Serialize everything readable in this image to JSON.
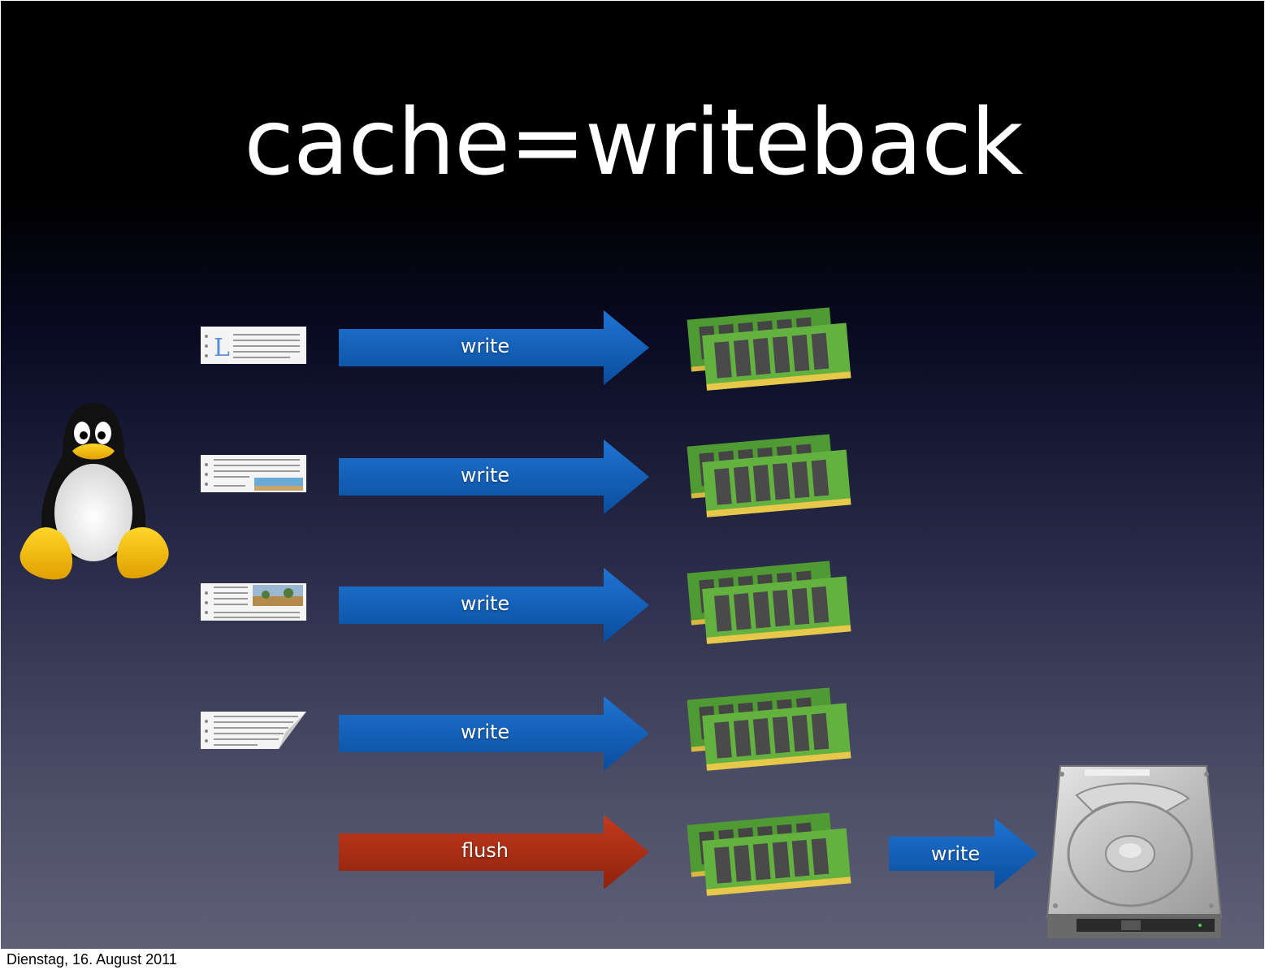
{
  "slide": {
    "title": "cache=writeback",
    "footer": "Dienstag, 16. August 2011"
  },
  "arrows": {
    "write_1": "write",
    "write_2": "write",
    "write_3": "write",
    "write_4": "write",
    "flush": "flush",
    "disk_write": "write"
  },
  "colors": {
    "write_arrow": "#0d5bb5",
    "flush_arrow": "#a62a10",
    "ram_board": "#5fae3e",
    "ram_chip": "#4a4a4a",
    "ram_pins": "#e8c84a"
  },
  "icons": [
    "tux-penguin-icon",
    "document-icon",
    "ram-module-icon",
    "hard-disk-icon"
  ]
}
